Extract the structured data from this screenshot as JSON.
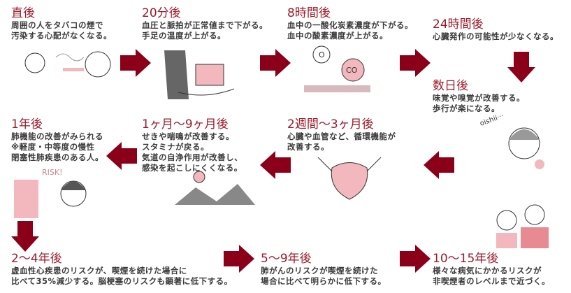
{
  "steps": [
    {
      "title": "直後",
      "desc": "周囲の人をタバコの煙で\n汚染する心配がなくなる。"
    },
    {
      "title": "20分後",
      "desc": "血圧と脈拍が正常値まで下がる。\n手足の温度が上がる。"
    },
    {
      "title": "8時間後",
      "desc": "血中の一酸化炭素濃度が下がる。\n血中の酸素濃度が上がる。"
    },
    {
      "title": "24時間後",
      "desc": "心臓発作の可能性が少なくなる。"
    },
    {
      "title": "数日後",
      "desc": "味覚や嗅覚が改善する。\n歩行が楽になる。"
    },
    {
      "title": "2週間〜3ヶ月後",
      "desc": "心臓や血管など、循環機能が\n改善する。"
    },
    {
      "title": "1ヶ月〜9ヶ月後",
      "desc": "せきや喘鳴が改善する。\nスタミナが戻る。\n気道の自浄作用が改善し、\n感染を起こしにくくなる。"
    },
    {
      "title": "1年後",
      "desc": "肺機能の改善がみられる\n※軽度・中等度の慢性\n閉塞性肺疾患のある人。"
    },
    {
      "title": "2〜4年後",
      "desc": "虚血性心疾患のリスクが、喫煙を続けた場合に\n比べて35%減少する。脳梗塞のリスクも顕著に低下する。"
    },
    {
      "title": "5〜9年後",
      "desc": "肺がんのリスクが喫煙を続けた\n場合に比べて明らかに低下する。"
    },
    {
      "title": "10〜15年後",
      "desc": "様々な病気にかかるリスクが\n非喫煙者のレベルまで近づく。"
    }
  ],
  "illustrations": {
    "o_label": "O",
    "co_label": "CO",
    "oishii": "oishii···",
    "risk": "RISK!"
  },
  "colors": {
    "accent": "#9b1b2a",
    "arrow": "#8b0018",
    "pink": "#f2b8bd"
  }
}
